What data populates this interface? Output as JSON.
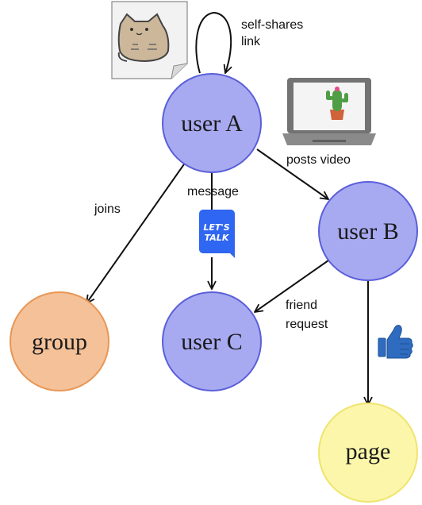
{
  "nodes": {
    "user_a": {
      "label": "user A"
    },
    "user_b": {
      "label": "user B"
    },
    "user_c": {
      "label": "user C"
    },
    "group": {
      "label": "group"
    },
    "page": {
      "label": "page"
    }
  },
  "edges": {
    "self_share": {
      "label_line1": "self-shares",
      "label_line2": "link"
    },
    "posts_video": {
      "label": "posts video"
    },
    "joins": {
      "label": "joins"
    },
    "message": {
      "label": "message"
    },
    "friend_request": {
      "label_line1": "friend",
      "label_line2": "request"
    },
    "likes": {
      "label": ""
    }
  },
  "badges": {
    "lets_talk": {
      "line1": "LET'S",
      "line2": "TALK"
    }
  },
  "icons": {
    "cat_note": "cat-note-icon",
    "laptop": "laptop-cactus-icon",
    "chat_badge": "lets-talk-badge-icon",
    "thumbs_up": "thumbs-up-icon"
  },
  "colors": {
    "user_fill": "#a8aaf1",
    "user_stroke": "#5a5fd9",
    "group_fill": "#f4c199",
    "group_stroke": "#e89655",
    "page_fill": "#fbf6a9",
    "page_stroke": "#f0e46f",
    "badge_fill": "#2f66f2",
    "thumb_fill": "#2f6cc0"
  }
}
